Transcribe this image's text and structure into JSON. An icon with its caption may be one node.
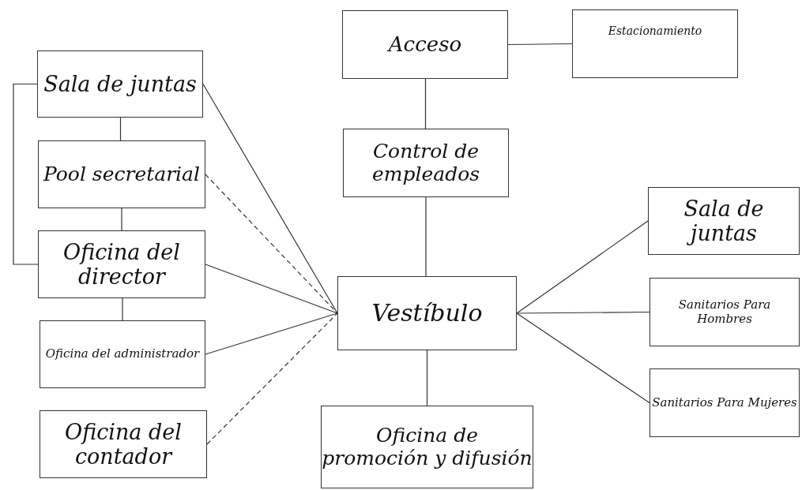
{
  "diagram": {
    "nodes": [
      {
        "text": [
          "Acceso"
        ]
      },
      {
        "text": [
          "Estacionamiento"
        ]
      },
      {
        "text": [
          "Sala de juntas"
        ]
      },
      {
        "text": [
          "Control de empleados"
        ]
      },
      {
        "text": [
          "Pool secretarial"
        ]
      },
      {
        "text": [
          "Sala de juntas"
        ]
      },
      {
        "text": [
          "Oficina del director"
        ]
      },
      {
        "text": [
          "Vestíbulo"
        ]
      },
      {
        "text": [
          "Sanitarios Para Hombres"
        ]
      },
      {
        "text": [
          "Oficina del administrador"
        ]
      },
      {
        "text": [
          "Sanitarios Para Mujeres"
        ]
      },
      {
        "text": [
          "Oficina del contador"
        ]
      },
      {
        "text": [
          "Oficina de promoción y difusión"
        ]
      }
    ],
    "edges": [
      {
        "from": 0,
        "to": 1,
        "arrow": "none"
      },
      {
        "from": 0,
        "to": 3,
        "arrow": "none"
      },
      {
        "from": 3,
        "to": 7,
        "arrow": "none"
      },
      {
        "from": 7,
        "to": 12,
        "arrow": "none"
      },
      {
        "from": 7,
        "to": 5,
        "arrow": "none"
      },
      {
        "from": 7,
        "to": 8,
        "arrow": "none"
      },
      {
        "from": 7,
        "to": 10,
        "arrow": "none"
      },
      {
        "from": 2,
        "to": 4,
        "arrow": "none"
      },
      {
        "from": 4,
        "to": 6,
        "arrow": "none"
      },
      {
        "from": 6,
        "to": 9,
        "arrow": "none"
      },
      {
        "from": 2,
        "to": 6,
        "arrow": "none"
      },
      {
        "from": 2,
        "to": 7,
        "arrow": "none"
      },
      {
        "from": 4,
        "to": 7,
        "arrow": "none",
        "style": "dashed"
      },
      {
        "from": 6,
        "to": 7,
        "arrow": "none"
      },
      {
        "from": 9,
        "to": 7,
        "arrow": "none"
      },
      {
        "from": 11,
        "to": 7,
        "arrow": "none",
        "style": "dashed"
      }
    ]
  }
}
